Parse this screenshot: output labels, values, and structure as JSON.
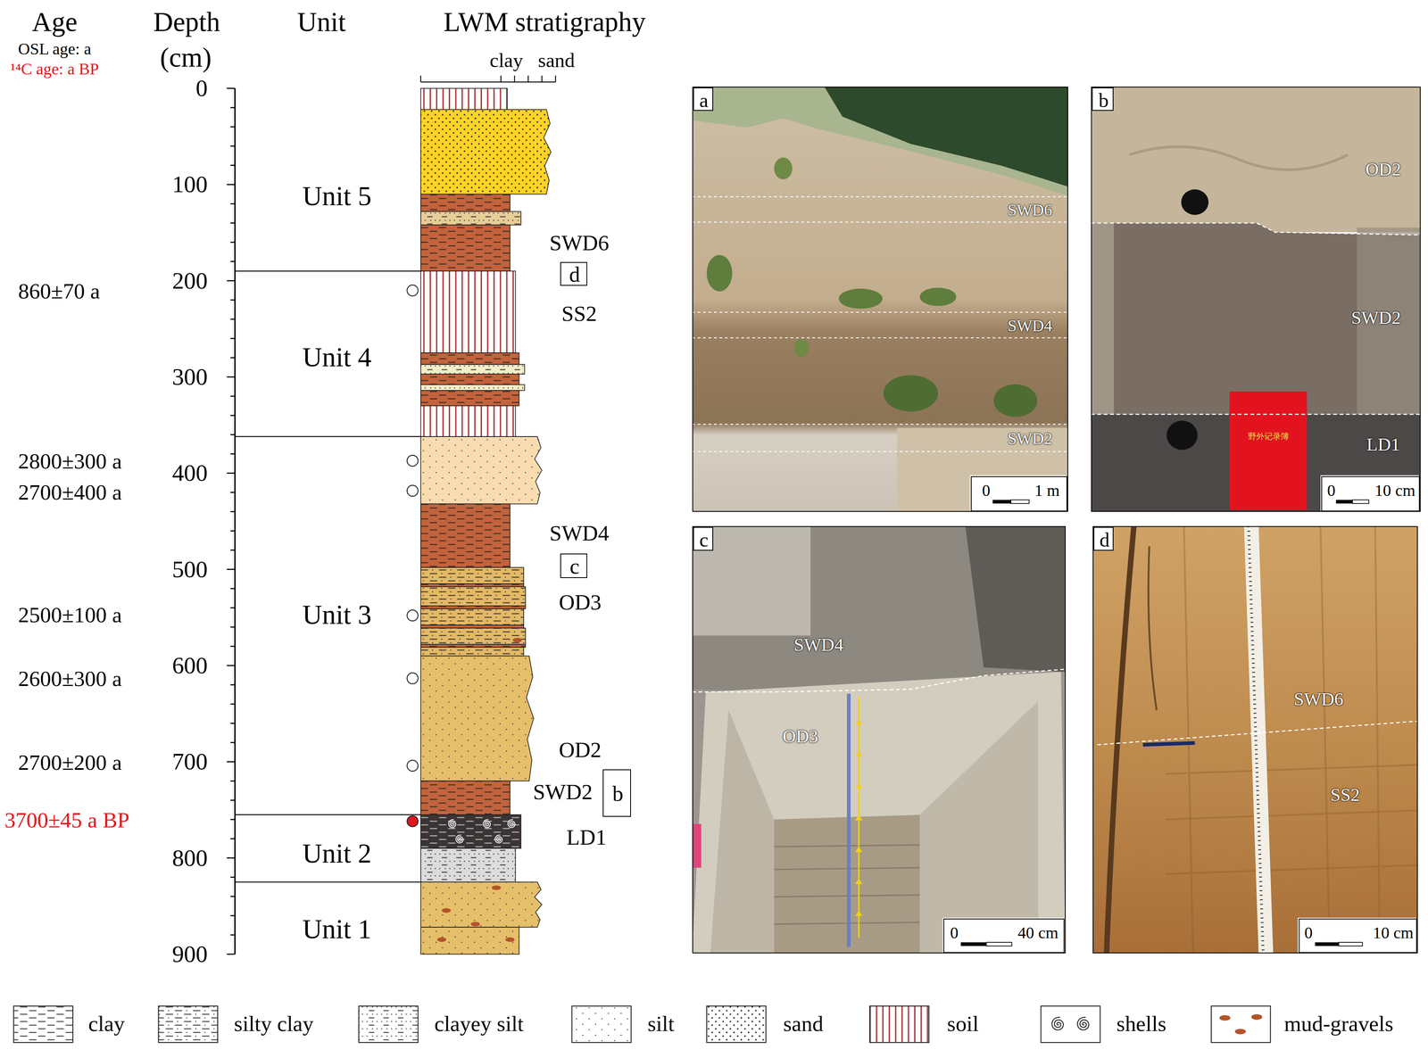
{
  "diagram": {
    "nodes": [
      {
        "text": [
          "d"
        ]
      },
      {
        "text": [
          "c"
        ]
      },
      {
        "text": [
          "b"
        ]
      },
      {
        "text": [
          "SWD6",
          "SWD4",
          "SWD2"
        ]
      },
      {
        "text": [
          "a"
        ],
        "in": 3
      },
      {
        "text": [
          "0",
          "1 m"
        ],
        "in": 3
      },
      {
        "text": [
          "OD2",
          "SWD2",
          "LD1"
        ]
      },
      {
        "text": [
          "b"
        ],
        "in": 6
      },
      {
        "text": [
          "野外记录簿"
        ],
        "in": 6
      },
      {
        "text": [
          "0",
          "10 cm"
        ],
        "in": 6
      },
      {
        "text": [
          "SWD4",
          "OD3"
        ]
      },
      {
        "text": [
          "c"
        ],
        "in": 10
      },
      {
        "text": [
          "0",
          "40 cm"
        ],
        "in": 10
      },
      {
        "text": [
          "SWD6",
          "SS2"
        ]
      },
      {
        "text": [
          "d"
        ],
        "in": 13
      },
      {
        "text": [
          "0",
          "10 cm"
        ],
        "in": 13
      }
    ],
    "labels": [
      "Age",
      "OSL age: a",
      "¹⁴C age: a BP",
      "Depth",
      "(cm)",
      "Unit",
      "LWM stratigraphy",
      "clay",
      "sand",
      "0",
      "100",
      "200",
      "300",
      "400",
      "500",
      "600",
      "700",
      "800",
      "900",
      "Unit 5",
      "Unit 4",
      "Unit 3",
      "Unit 2",
      "Unit 1",
      "860±70 a",
      "2800±300 a",
      "2700±400 a",
      "2500±100 a",
      "2600±300 a",
      "2700±200 a",
      "3700±45 a BP",
      "SWD6",
      "SS2",
      "SWD4",
      "OD3",
      "OD2",
      "SWD2",
      "LD1"
    ],
    "legend": [
      {
        "text": "clay"
      },
      {
        "text": "silty clay"
      },
      {
        "text": "clayey silt"
      },
      {
        "text": "silt"
      },
      {
        "text": "sand"
      },
      {
        "text": "soil"
      },
      {
        "text": "shells"
      },
      {
        "text": "mud-gravels"
      }
    ]
  }
}
